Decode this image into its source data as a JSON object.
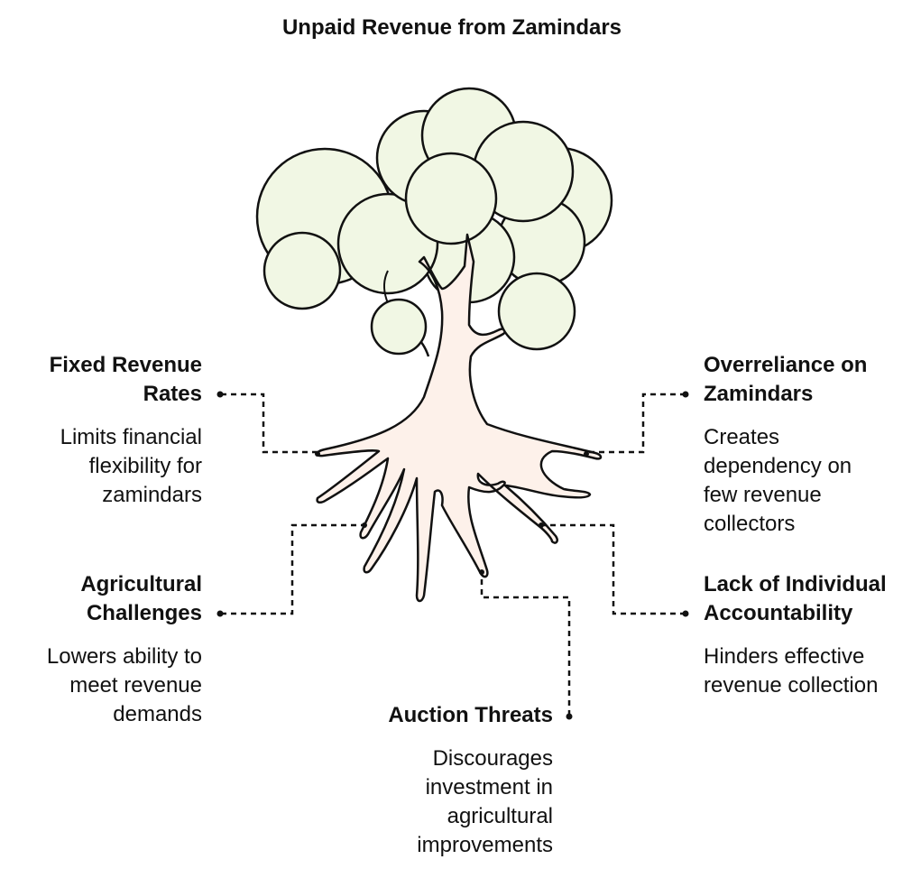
{
  "title": "Unpaid Revenue from Zamindars",
  "colors": {
    "foliage": "#f1f7e4",
    "trunk": "#fdf1ea",
    "stroke": "#111111"
  },
  "callouts": [
    {
      "id": "fixed-revenue-rates",
      "title": "Fixed Revenue Rates",
      "title_lines": [
        "Fixed Revenue",
        "Rates"
      ],
      "desc": "Limits financial flexibility for zamindars",
      "desc_lines": [
        "Limits financial",
        "flexibility for",
        "zamindars"
      ]
    },
    {
      "id": "agricultural-challenges",
      "title": "Agricultural Challenges",
      "title_lines": [
        "Agricultural",
        "Challenges"
      ],
      "desc": "Lowers ability to meet revenue demands",
      "desc_lines": [
        "Lowers ability to",
        "meet revenue",
        "demands"
      ]
    },
    {
      "id": "auction-threats",
      "title": "Auction Threats",
      "title_lines": [
        "Auction Threats"
      ],
      "desc": "Discourages investment in agricultural improvements",
      "desc_lines": [
        "Discourages",
        "investment in",
        "agricultural",
        "improvements"
      ]
    },
    {
      "id": "overreliance-on-zamindars",
      "title": "Overreliance on Zamindars",
      "title_lines": [
        "Overreliance on",
        "Zamindars"
      ],
      "desc": "Creates dependency on few revenue collectors",
      "desc_lines": [
        "Creates",
        "dependency on",
        "few revenue",
        "collectors"
      ]
    },
    {
      "id": "lack-of-individual-accountability",
      "title": "Lack of Individual Accountability",
      "title_lines": [
        "Lack of Individual",
        "Accountability"
      ],
      "desc": "Hinders effective revenue collection",
      "desc_lines": [
        "Hinders effective",
        "revenue collection"
      ]
    }
  ]
}
